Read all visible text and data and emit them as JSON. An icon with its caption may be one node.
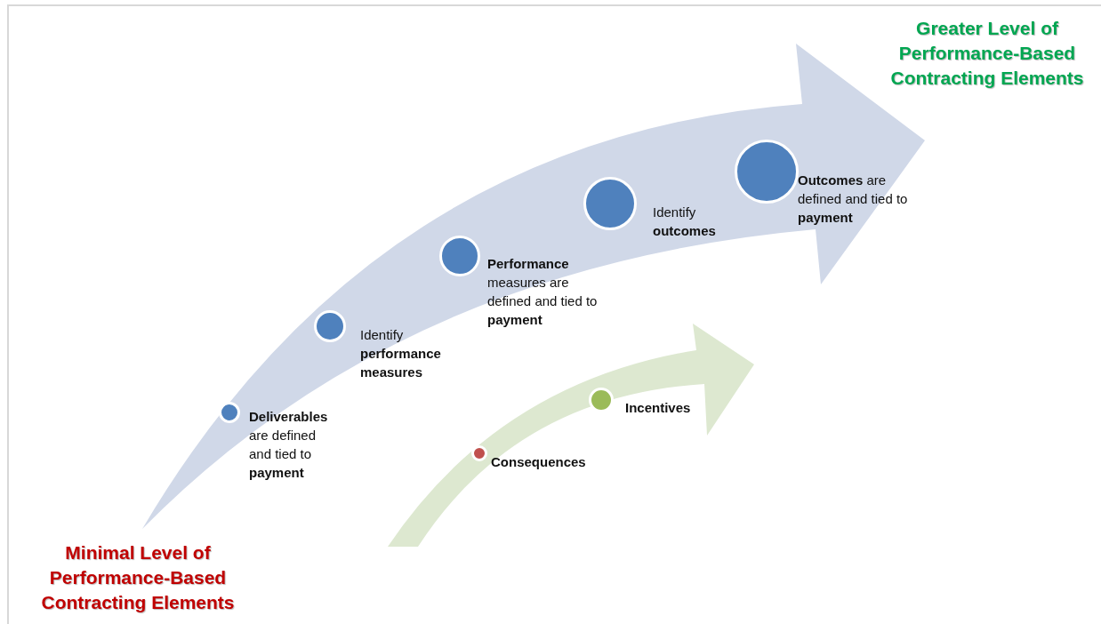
{
  "diagram": {
    "nodes": [
      {
        "text": [],
        "shape": "arrow"
      },
      {
        "text": [],
        "shape": "circle",
        "in": 0,
        "beside": [
          "**Deliverables** are defined and tied to **payment**"
        ]
      },
      {
        "text": [],
        "shape": "circle",
        "in": 0,
        "beside": [
          "Identify **performance measures**"
        ]
      },
      {
        "text": [],
        "shape": "circle",
        "in": 0,
        "beside": [
          "**Performance** measures are defined and tied to **payment**"
        ]
      },
      {
        "text": [],
        "shape": "circle",
        "in": 0,
        "beside": [
          "Identify **outcomes**"
        ]
      },
      {
        "text": [],
        "shape": "circle",
        "in": 0,
        "beside": [
          "**Outcomes** are defined and tied to **payment**"
        ]
      },
      {
        "text": [],
        "shape": "arrow"
      },
      {
        "text": [],
        "shape": "circle",
        "in": 6,
        "beside": [
          "Consequences"
        ]
      },
      {
        "text": [],
        "shape": "circle",
        "in": 6,
        "beside": [
          "Incentives"
        ]
      }
    ],
    "labels": [
      "Greater Level of Performance-Based Contracting Elements",
      "Minimal Level of Performance-Based Contracting Elements"
    ]
  }
}
